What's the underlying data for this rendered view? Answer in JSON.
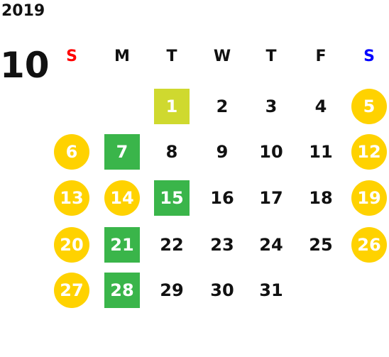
{
  "calendar": {
    "year": "2019",
    "month": "10",
    "weekdays": [
      "S",
      "M",
      "T",
      "W",
      "T",
      "F",
      "S"
    ],
    "weekday_colors": [
      "#ff0000",
      "#111111",
      "#111111",
      "#111111",
      "#111111",
      "#111111",
      "#0000ff"
    ],
    "first_weekday_index": 2,
    "days": [
      {
        "day": "1",
        "style": "lime"
      },
      {
        "day": "2",
        "style": "plain"
      },
      {
        "day": "3",
        "style": "plain"
      },
      {
        "day": "4",
        "style": "plain"
      },
      {
        "day": "5",
        "style": "holiday"
      },
      {
        "day": "6",
        "style": "holiday"
      },
      {
        "day": "7",
        "style": "green"
      },
      {
        "day": "8",
        "style": "plain"
      },
      {
        "day": "9",
        "style": "plain"
      },
      {
        "day": "10",
        "style": "plain"
      },
      {
        "day": "11",
        "style": "plain"
      },
      {
        "day": "12",
        "style": "holiday"
      },
      {
        "day": "13",
        "style": "holiday"
      },
      {
        "day": "14",
        "style": "holiday"
      },
      {
        "day": "15",
        "style": "green"
      },
      {
        "day": "16",
        "style": "plain"
      },
      {
        "day": "17",
        "style": "plain"
      },
      {
        "day": "18",
        "style": "plain"
      },
      {
        "day": "19",
        "style": "holiday"
      },
      {
        "day": "20",
        "style": "holiday"
      },
      {
        "day": "21",
        "style": "green"
      },
      {
        "day": "22",
        "style": "plain"
      },
      {
        "day": "23",
        "style": "plain"
      },
      {
        "day": "24",
        "style": "plain"
      },
      {
        "day": "25",
        "style": "plain"
      },
      {
        "day": "26",
        "style": "holiday"
      },
      {
        "day": "27",
        "style": "holiday"
      },
      {
        "day": "28",
        "style": "green"
      },
      {
        "day": "29",
        "style": "plain"
      },
      {
        "day": "30",
        "style": "plain"
      },
      {
        "day": "31",
        "style": "plain"
      }
    ],
    "colors": {
      "holiday": "#ffd200",
      "green": "#3ab54a",
      "lime": "#cfd92f"
    }
  }
}
